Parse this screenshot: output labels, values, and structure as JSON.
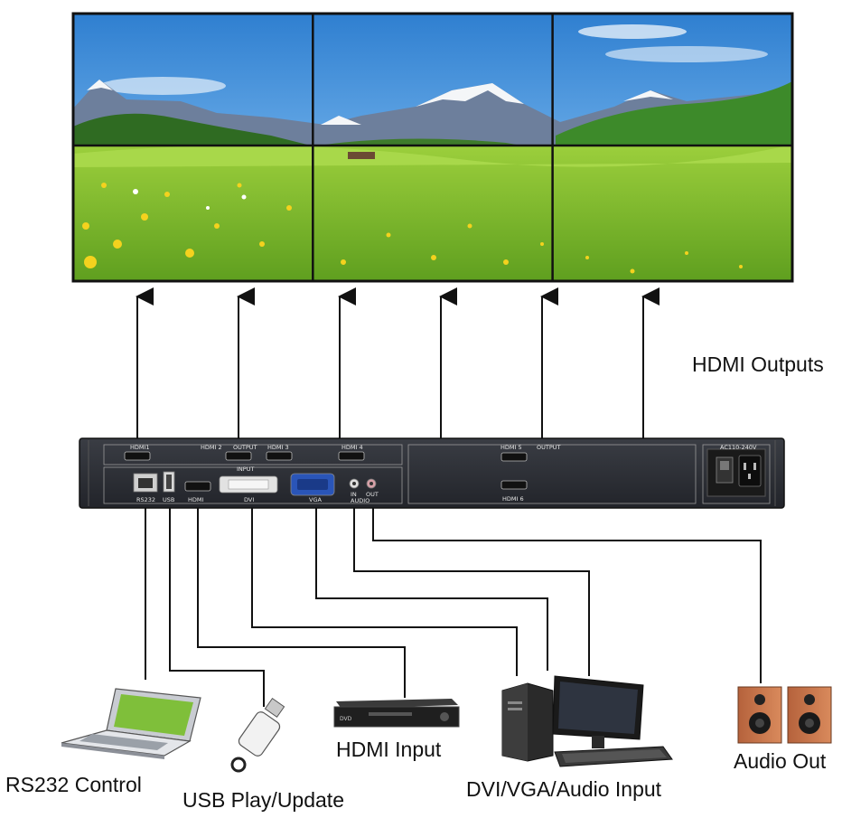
{
  "labels": {
    "hdmi_outputs": "HDMI Outputs",
    "rs232_control": "RS232 Control",
    "usb_play_update": "USB Play/Update",
    "hdmi_input": "HDMI Input",
    "dvi_vga_audio_input": "DVI/VGA/Audio Input",
    "audio_out": "Audio Out"
  },
  "panel": {
    "hdmi1": "HDMI1",
    "hdmi2": "HDMI 2",
    "output_left": "OUTPUT",
    "hdmi3": "HDMI 3",
    "hdmi4": "HDMI 4",
    "hdmi5": "HDMI 5",
    "output_right": "OUTPUT",
    "hdmi6": "HDMI 6",
    "input": "INPUT",
    "rs232": "RS232",
    "usb": "USB",
    "hdmi_in": "HDMI",
    "dvi": "DVI",
    "vga": "VGA",
    "audio_in": "IN",
    "audio_out": "OUT",
    "audio": "AUDIO",
    "power": "AC110-240V",
    "dvd_brand": "DVD"
  },
  "colors": {
    "panel": "#2b2d33",
    "grass": "#86c232",
    "sky": "#3a8fd8",
    "wood": "#c8744a"
  }
}
